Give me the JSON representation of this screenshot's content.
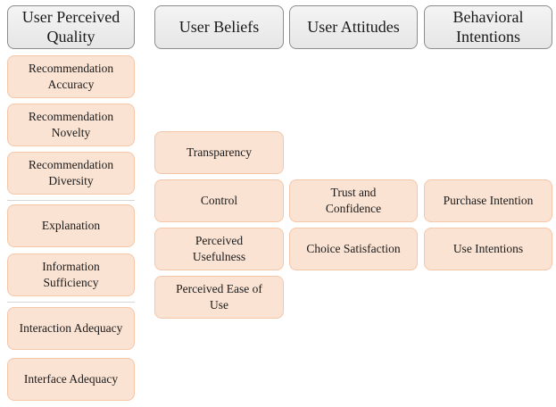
{
  "headers": {
    "quality": "User Perceived Quality",
    "beliefs": "User Beliefs",
    "attitudes": "User Attitudes",
    "intentions": "Behavioral Intentions"
  },
  "quality_items": [
    "Recommendation Accuracy",
    "Recommendation Novelty",
    "Recommendation Diversity",
    "Explanation",
    "Information Sufficiency",
    "Interaction Adequacy",
    "Interface Adequacy"
  ],
  "belief_items": [
    "Transparency",
    "Control",
    "Perceived Usefulness",
    "Perceived Ease of Use"
  ],
  "attitude_items": [
    "Trust and Confidence",
    "Choice Satisfaction"
  ],
  "intention_items": [
    "Purchase Intention",
    "Use Intentions"
  ]
}
